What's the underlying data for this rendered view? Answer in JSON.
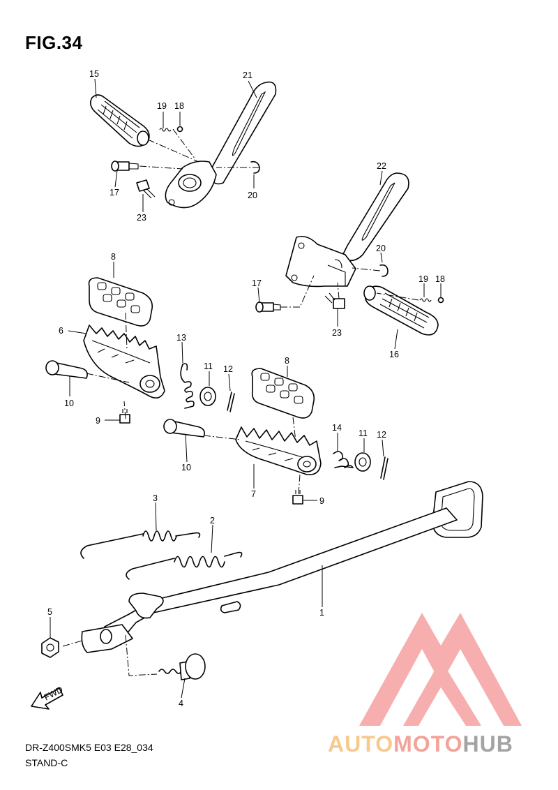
{
  "figure": {
    "title": "FIG.34",
    "model_code": "DR-Z400SMK5 E03 E28_034",
    "section": "STAND-C"
  },
  "watermark": {
    "part1": "AUTO",
    "part2": "MOTO",
    "part3": "HUB",
    "color_part1": "#f7c98c",
    "color_part2": "#f3a39a",
    "color_part3": "#a3a3a3",
    "logo_icon": "triangle-m-logo-icon",
    "logo_color": "#f6a0a0"
  },
  "fwd_arrow": {
    "label": "FWD",
    "icon": "fwd-arrow-icon"
  },
  "callouts": {
    "c1": "1",
    "c2": "2",
    "c3": "3",
    "c4": "4",
    "c5": "5",
    "c6": "6",
    "c7": "7",
    "c8a": "8",
    "c8b": "8",
    "c9a": "9",
    "c9b": "9",
    "c10a": "10",
    "c10b": "10",
    "c11a": "11",
    "c11b": "11",
    "c12a": "12",
    "c12b": "12",
    "c13": "13",
    "c14": "14",
    "c15": "15",
    "c16": "16",
    "c17a": "17",
    "c17b": "17",
    "c18a": "18",
    "c18b": "18",
    "c19a": "19",
    "c19b": "19",
    "c20a": "20",
    "c20b": "20",
    "c21": "21",
    "c22": "22",
    "c23a": "23",
    "c23b": "23"
  }
}
